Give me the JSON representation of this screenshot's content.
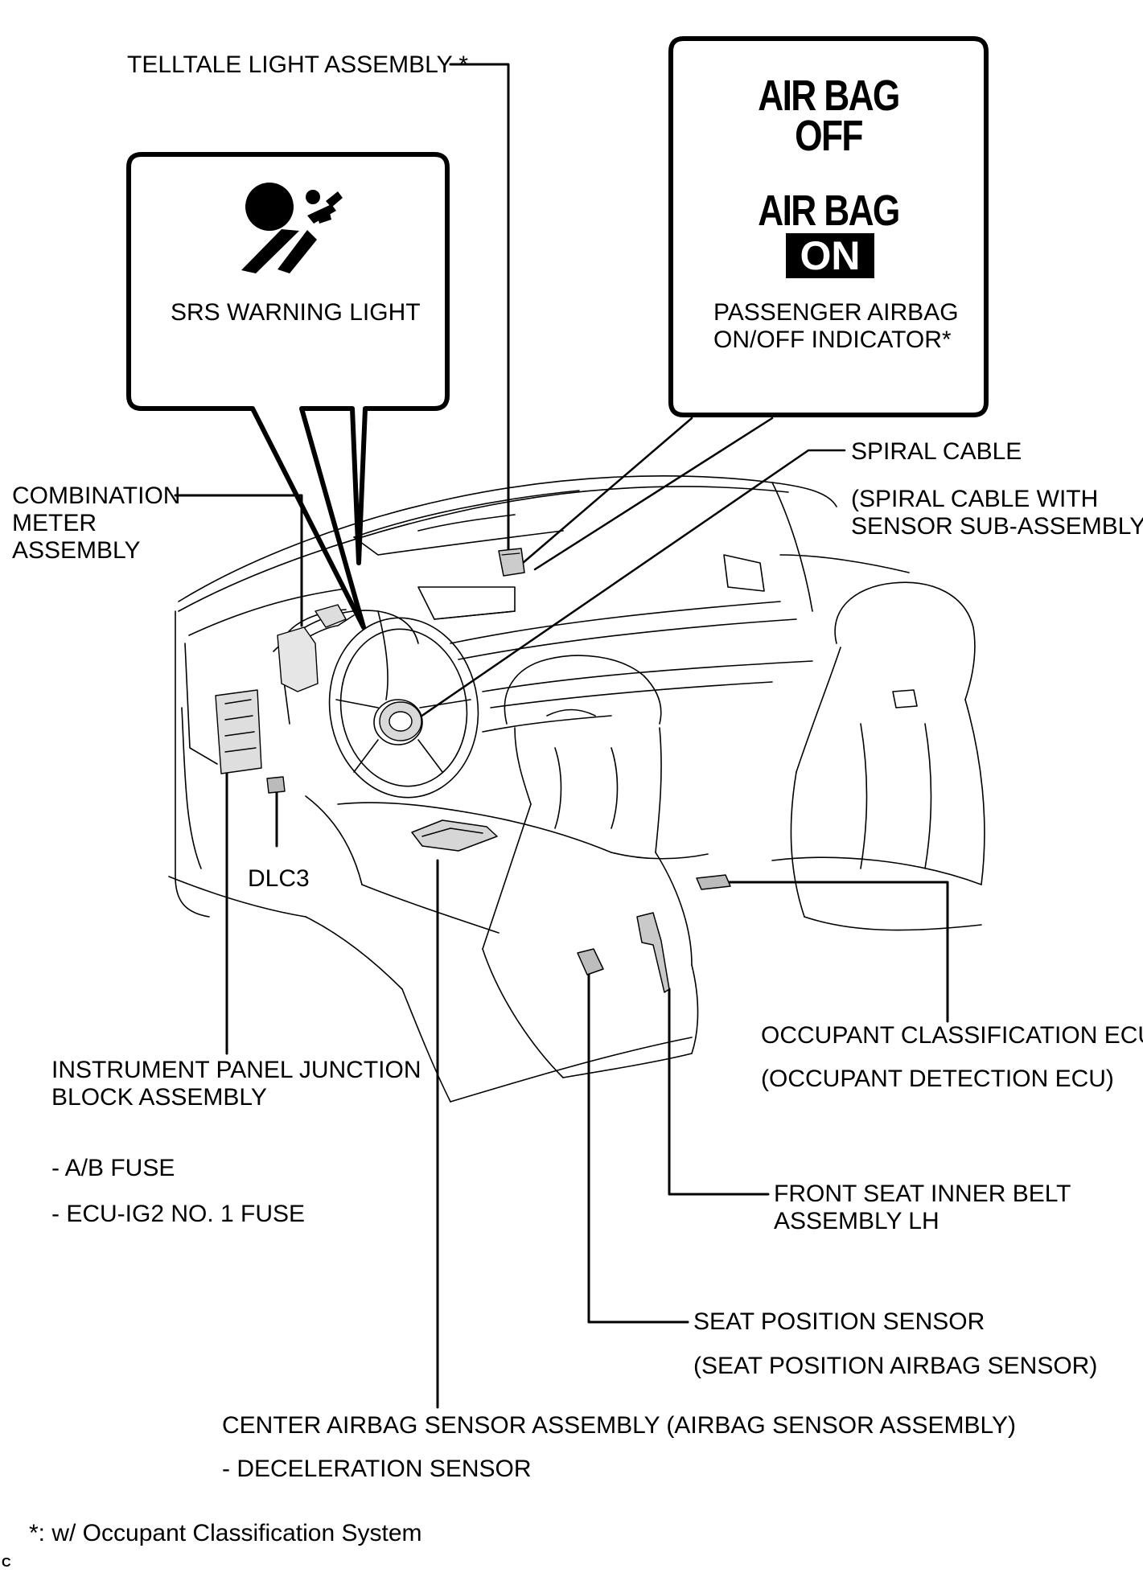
{
  "labels": {
    "telltale": "TELLTALE LIGHT ASSEMBLY *",
    "srs_warning": "SRS WARNING LIGHT",
    "airbag_off_1": "AIR BAG",
    "airbag_off_2": "OFF",
    "airbag_on_1": "AIR BAG",
    "airbag_on_2": "ON",
    "passenger_1": "PASSENGER AIRBAG",
    "passenger_2": "ON/OFF INDICATOR*",
    "spiral_cable": "SPIRAL CABLE",
    "spiral_sub_1": "(SPIRAL CABLE WITH",
    "spiral_sub_2": "SENSOR SUB-ASSEMBLY)",
    "combo_1": "COMBINATION",
    "combo_2": "METER",
    "combo_3": "ASSEMBLY",
    "dlc3": "DLC3",
    "occupant_ecu": "OCCUPANT CLASSIFICATION ECU*",
    "occupant_det": "(OCCUPANT DETECTION ECU)",
    "ipjb_1": "INSTRUMENT PANEL JUNCTION",
    "ipjb_2": "BLOCK ASSEMBLY",
    "ab_fuse": "- A/B FUSE",
    "ecu_fuse": "- ECU-IG2 NO. 1 FUSE",
    "front_belt_1": "FRONT SEAT INNER BELT",
    "front_belt_2": "ASSEMBLY LH",
    "seat_pos": "SEAT POSITION SENSOR",
    "seat_pos_sub": "(SEAT POSITION AIRBAG SENSOR)",
    "center_airbag": "CENTER AIRBAG SENSOR ASSEMBLY (AIRBAG SENSOR ASSEMBLY)",
    "decel": "- DECELERATION SENSOR",
    "footnote": "*: w/ Occupant Classification System",
    "corner": "C"
  }
}
